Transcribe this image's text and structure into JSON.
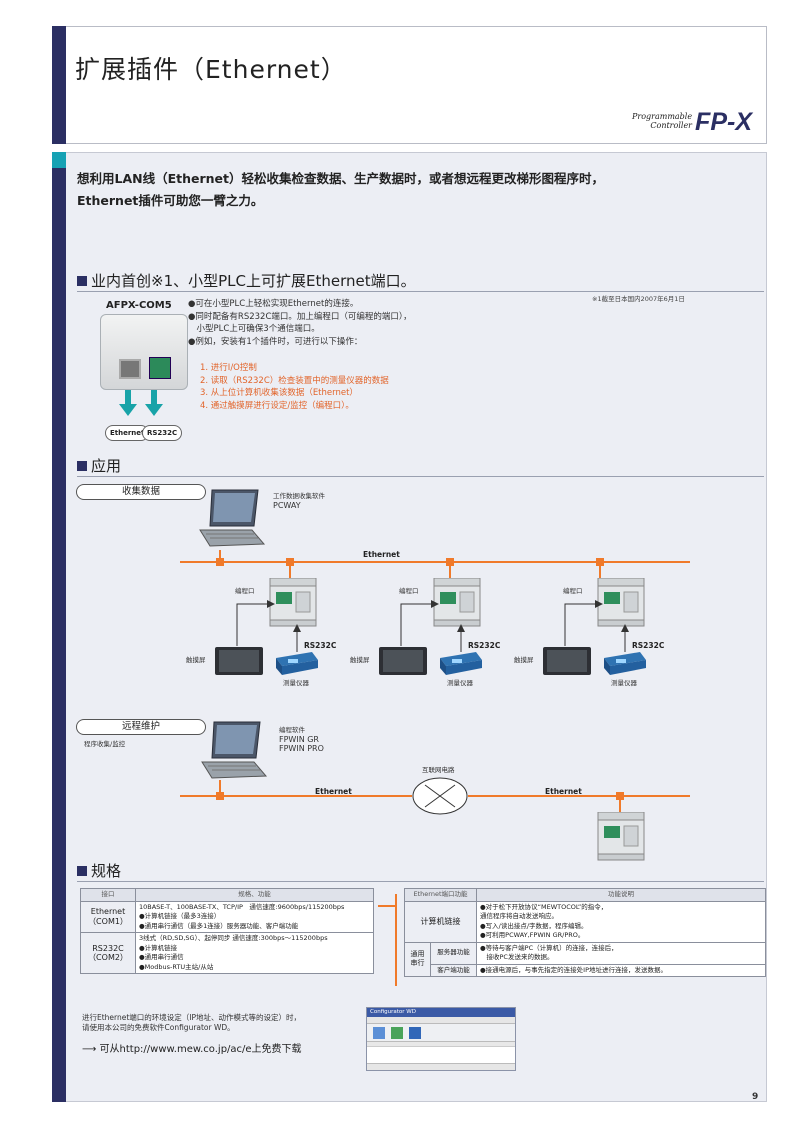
{
  "header": {
    "title": "扩展插件（Ethernet）",
    "logo_small": "Programmable Controller",
    "logo_big": "FP-X"
  },
  "intro": {
    "line1": "想利用LAN线（Ethernet）轻松收集检查数据、生产数据时，或者想远程更改梯形图程序时，",
    "line2": "Ethernet插件可助您一臂之力。"
  },
  "section1": {
    "title": "业内首创※1、小型PLC上可扩展Ethernet端口。",
    "footnote": "※1截至日本国内2007年6月1日",
    "product_name": "AFPX-COM5",
    "port_labels": [
      "Ethernet",
      "RS232C"
    ],
    "bullets": [
      "●可在小型PLC上轻松实现Ethernet的连接。",
      "●同时配备有RS232C端口。加上编程口（可编程的端口），",
      "　小型PLC上可确保3个通信端口。",
      "●例如，安装有1个插件时，可进行以下操作："
    ],
    "operations": [
      "1. 进行I/O控制",
      "2. 读取（RS232C）检查装置中的测量仪器的数据",
      "3. 从上位计算机收集该数据（Ethernet）",
      "4. 通过触摸屏进行设定/监控（编程口）。"
    ]
  },
  "section2": {
    "title": "应用",
    "collect": {
      "label": "收集数据",
      "software_line1": "工作数据收集软件",
      "software_line2": "PCWAY",
      "ethernet": "Ethernet",
      "prog_port": "编程口",
      "rs232c": "RS232C",
      "touch_panel": "触摸屏",
      "instrument": "测量仪器"
    },
    "remote": {
      "label": "远程维护",
      "sub": "程序收集/监控",
      "software_line1": "编程软件",
      "software_line2": "FPWIN GR",
      "software_line3": "FPWIN PRO",
      "internet": "互联网电路",
      "ethernet_left": "Ethernet",
      "ethernet_right": "Ethernet"
    }
  },
  "section3": {
    "title": "规格",
    "left_table": {
      "headers": [
        "接口",
        "规格、功能"
      ],
      "rows": [
        {
          "label_line1": "Ethernet",
          "label_line2": "（COM1）",
          "lines": [
            "10BASE-T、100BASE-TX、TCP/IP　通信速度:9600bps/115200bps",
            "●计算机链接（最多3连接）",
            "●通用串行通信（最多1连接）服务器功能、客户端功能"
          ]
        },
        {
          "label_line1": "RS232C",
          "label_line2": "（COM2）",
          "lines": [
            "3线式（RD,SD,SG）、起停同步  通信速度:300bps～115200bps",
            "●计算机链接",
            "●通用串行通信",
            "●Modbus-RTU主站/从站"
          ]
        }
      ]
    },
    "right_table": {
      "headers": [
        "Ethernet端口功能",
        "功能说明"
      ],
      "row1_label": "计算机链接",
      "row1_lines": [
        "●对于松下开放协议“MEWTOCOL”的指令，",
        "通信程序将自动发送响应。",
        "●写入/读出接点/字数据，程序编辑。",
        "●可利用PCWAY,FPWIN GR/PRO。"
      ],
      "group_label": "通用串行",
      "row2_label": "服务器功能",
      "row2_lines": [
        "●等待与客户端PC（计算机）的连接，连接后，",
        "　接收PC发送来的数据。"
      ],
      "row3_label": "客户端功能",
      "row3_lines": [
        "●接通电源后，与事先指定的连接处IP地址进行连接，发送数据。"
      ]
    }
  },
  "config": {
    "line1": "进行Ethernet端口的环境设定（IP地址、动作模式等的设定）时，",
    "line2": "请使用本公司的免费软件Configurator WD。",
    "url_line": "可从http://www.mew.co.jp/ac/e上免费下载",
    "window_title": "Configurator WD"
  },
  "page_number": "9"
}
